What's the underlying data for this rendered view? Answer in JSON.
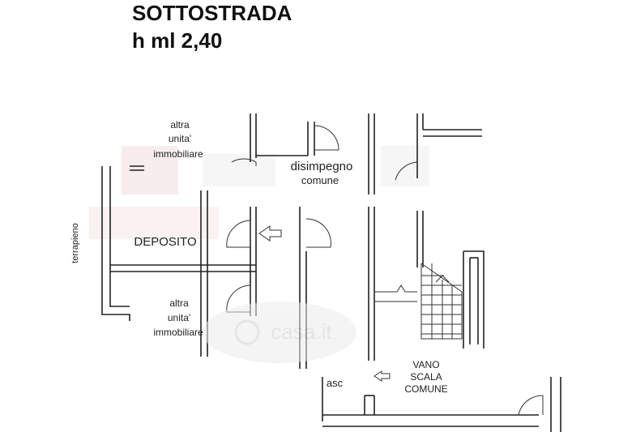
{
  "header": {
    "title": "SOTTOSTRADA",
    "height_label": "h ml   2,40"
  },
  "rooms": {
    "altra_top_line1": "altra",
    "altra_top_line2": "unita'",
    "altra_top_line3": "immobiliare",
    "disimpegno_line1": "disimpegno",
    "disimpegno_line2": "comune",
    "deposito": "DEPOSITO",
    "terrapieno": "terrapieno",
    "altra_bottom_line1": "altra",
    "altra_bottom_line2": "unita'",
    "altra_bottom_line3": "immobiliare",
    "vano_line1": "VANO",
    "vano_line2": "SCALA",
    "vano_line3": "COMUNE",
    "asc": "asc"
  },
  "watermark": {
    "brand": "casa.it"
  },
  "colors": {
    "walls": "#222222",
    "watermark": "#e6e6e6",
    "watermark_red": "#f3dcdc"
  }
}
